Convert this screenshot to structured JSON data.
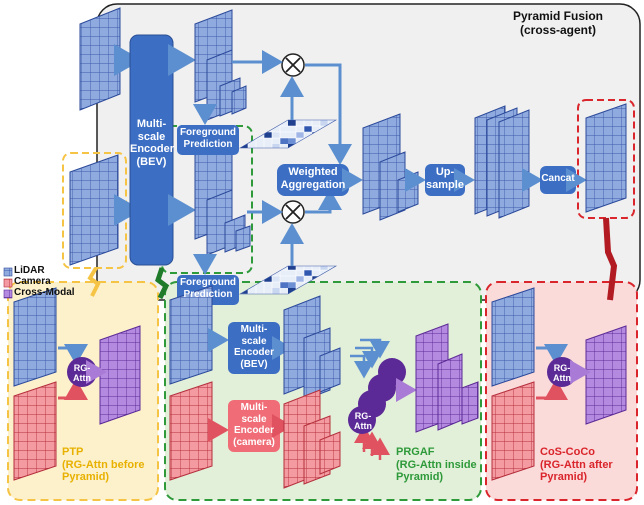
{
  "title": {
    "line1": "Pyramid Fusion",
    "line2": "(cross-agent)"
  },
  "encoder_bev": {
    "l1": "Multi-",
    "l2": "scale",
    "l3": "Encoder",
    "l4": "(BEV)"
  },
  "foreground": {
    "l1": "Foreground",
    "l2": "Prediction"
  },
  "weighted": {
    "l1": "Weighted",
    "l2": "Aggregation"
  },
  "upsample": {
    "l1": "Up-",
    "l2": "sample"
  },
  "concat": "Cancat",
  "legend": {
    "lidar": "LiDAR",
    "camera": "Camera",
    "cross": "Cross-Modal"
  },
  "panel_ptp": {
    "l1": "PTP",
    "l2": "(RG-Attn before",
    "l3": "Pyramid)"
  },
  "panel_prgaf": {
    "l1": "PRGAF",
    "l2": "(RG-Attn inside",
    "l3": "Pyramid)"
  },
  "panel_coco": {
    "l1": "CoS-CoCo",
    "l2": "(RG-Attn after",
    "l3": "Pyramid)"
  },
  "rg_attn": {
    "l1": "RG-",
    "l2": "Attn"
  },
  "mid_enc_bev": {
    "l1": "Multi-",
    "l2": "scale",
    "l3": "Encoder",
    "l4": "(BEV)"
  },
  "mid_enc_cam": {
    "l1": "Multi-",
    "l2": "scale",
    "l3": "Encoder",
    "l4": "(camera)"
  },
  "colors": {
    "lidar": "#7f9fd8",
    "camera": "#f28b92",
    "cross": "#a97bd6",
    "ptp": "#f6c445",
    "prgaf": "#2e9a3a",
    "coco": "#d9252b"
  }
}
